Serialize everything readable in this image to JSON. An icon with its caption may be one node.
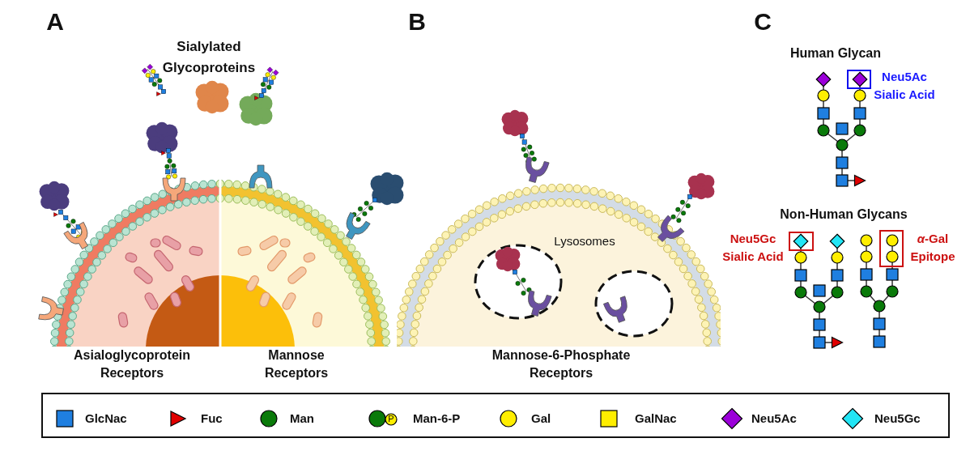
{
  "diagram": {
    "labels": [
      "A",
      "Sialylated Glycoproteins",
      "Asialoglycoprotein Receptors",
      "Mannose Receptors",
      "B",
      "Lysosomes",
      "Mannose-6-Phosphate Receptors",
      "C",
      "Human Glycan",
      "Neu5Ac Sialic Acid",
      "Non-Human Glycans",
      "Neu5Gc Sialic Acid",
      "*α*-Gal Epitope",
      "P"
    ],
    "legend": [
      {
        "text": "GlcNac",
        "color": "#1f7fe0"
      },
      {
        "text": "Fuc",
        "color": "#e00000"
      },
      {
        "text": "Man",
        "color": "#0a7a0a"
      },
      {
        "text": "Man-6-P",
        "color": "#0a7a0a"
      },
      {
        "text": "Gal",
        "color": "#ffee00"
      },
      {
        "text": "GalNac",
        "color": "#ffee00"
      },
      {
        "text": "Neu5Ac",
        "color": "#9b00d9"
      },
      {
        "text": "Neu5Gc",
        "color": "#22e5f5"
      }
    ]
  }
}
